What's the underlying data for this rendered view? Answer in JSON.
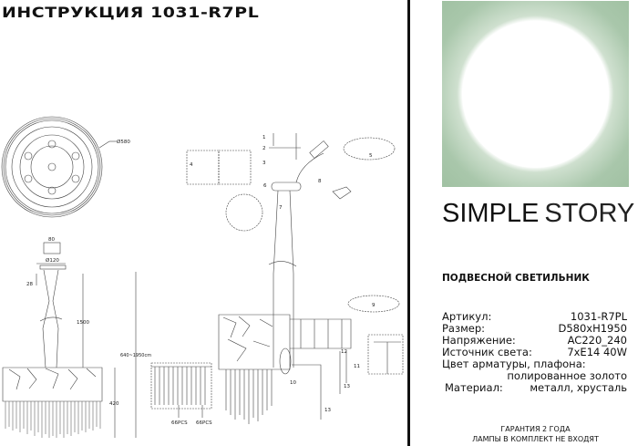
{
  "header": {
    "title": "ИНСТРУКЦИЯ 1031-R7PL"
  },
  "brand": {
    "name_bold": "SIMPLE",
    "name_light": "STORY",
    "accent_color": "#a3c3a5"
  },
  "product": {
    "type": "ПОДВЕСНОЙ СВЕТИЛЬНИК"
  },
  "specs": [
    {
      "label": "Артикул:",
      "value": "1031-R7PL"
    },
    {
      "label": "Размер:",
      "value": "D580xH1950"
    },
    {
      "label": "Напряжение:",
      "value": "AC220_240"
    },
    {
      "label": "Источник света:",
      "value": "7xE14 40W"
    },
    {
      "label": "Цвет арматуры, плафона:",
      "value": "полированное золото"
    },
    {
      "label": "Материал:",
      "value": "металл, хрусталь"
    }
  ],
  "footer": {
    "warranty": "ГАРАНТИЯ 2 ГОДА",
    "lamps_note": "ЛАМПЫ В КОМПЛЕКТ НЕ ВХОДЯТ"
  },
  "drawing": {
    "top_diameter": "Ø580",
    "canopy_diameter": "Ø120",
    "bracket_width": "80",
    "canopy_height": "28",
    "cable_length": "1500",
    "total_height": "640~1950cm",
    "body_height": "420",
    "crystals_a": "66PCS",
    "crystals_b": "66PCS",
    "steps": [
      "1",
      "2",
      "3",
      "4",
      "5",
      "6",
      "7",
      "8",
      "9",
      "10",
      "11",
      "12",
      "13",
      "13"
    ]
  }
}
